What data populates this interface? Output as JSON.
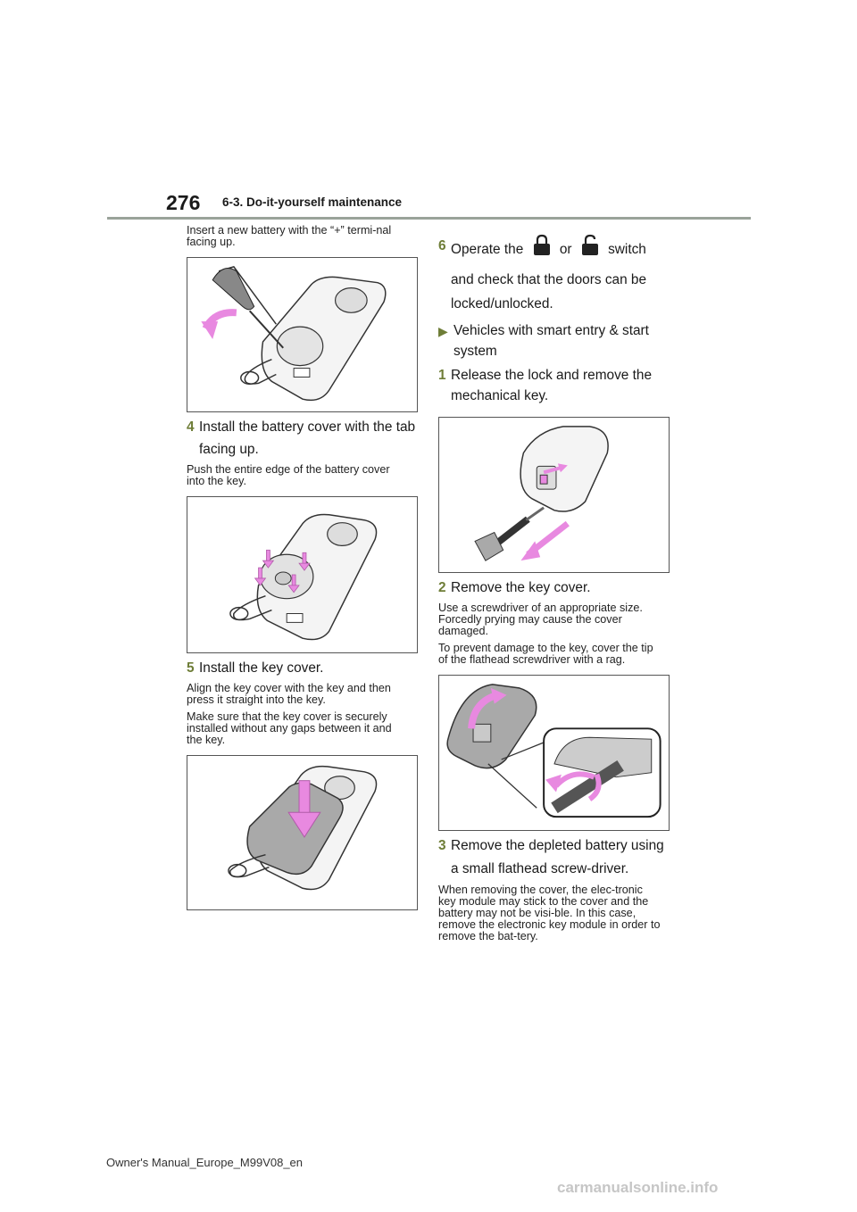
{
  "header": {
    "page_number": "276",
    "section_title": "6-3. Do-it-yourself maintenance"
  },
  "left_column": {
    "intro_text": "Insert a new battery with the “+” termi-nal facing up.",
    "step4": {
      "num": "4",
      "text": "Install the battery cover with the tab facing up."
    },
    "step4_note": "Push the entire edge of the battery cover into the key.",
    "step5": {
      "num": "5",
      "text": "Install the key cover."
    },
    "step5_note1": "Align the key cover with the key and then press it straight into the key.",
    "step5_note2": "Make sure that the key cover is securely installed without any gaps between it and the key."
  },
  "right_column": {
    "step6": {
      "num": "6",
      "text_before": "Operate the",
      "text_mid": "or",
      "text_after": "switch",
      "text_rest": "and check that the doors can be locked/unlocked."
    },
    "bullet_heading": "Vehicles with smart entry & start system",
    "step1": {
      "num": "1",
      "text": "Release the lock and remove the mechanical key."
    },
    "step2": {
      "num": "2",
      "text": "Remove the key cover."
    },
    "step2_note1": "Use a screwdriver of an appropriate size. Forcedly prying may cause the cover damaged.",
    "step2_note2": "To prevent damage to the key, cover the tip of the flathead screwdriver with a rag.",
    "step3": {
      "num": "3",
      "text": "Remove the depleted battery using a small flathead screw-driver."
    },
    "step3_note": "When removing the cover, the elec-tronic key module may stick to the cover and the battery may not be visi-ble. In this case, remove the electronic key module in order to remove the bat-tery."
  },
  "icons": {
    "lock": "lock-icon",
    "unlock": "unlock-icon",
    "bullet": "triangle-right-icon"
  },
  "colors": {
    "step_number": "#6e7d37",
    "arrow_pink": "#e889e0",
    "rule": "#9aa39a"
  },
  "footer": {
    "manual_id": "Owner's Manual_Europe_M99V08_en",
    "watermark": "carmanualsonline.info"
  }
}
